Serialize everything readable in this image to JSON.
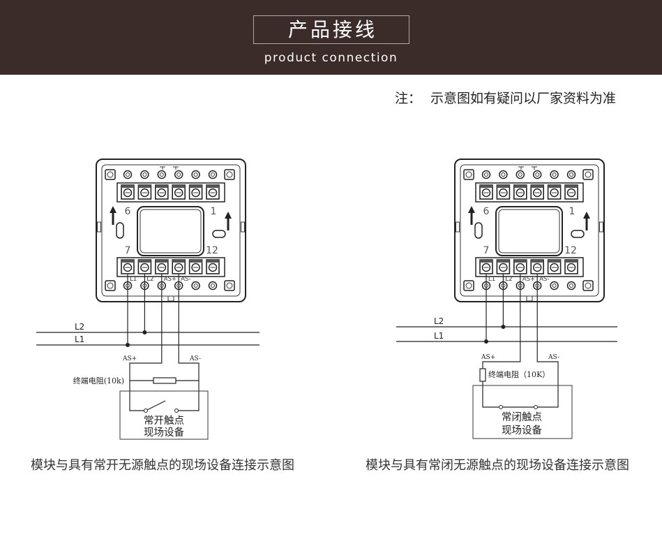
{
  "theme": {
    "header_background": "#3b2c2a",
    "header_text": "#ffffff",
    "line_color": "#222222"
  },
  "header": {
    "title": "产品接线",
    "subtitle": "product connection"
  },
  "note": {
    "label": "注：",
    "text": "示意图如有疑问以厂家资料为准"
  },
  "diagrams": [
    {
      "module": {
        "top_left_number": "6",
        "top_right_number": "1",
        "bottom_left_number": "7",
        "bottom_right_number": "12",
        "terminal_labels": [
          "L1",
          "L2",
          "AS+",
          "AS-"
        ]
      },
      "bus_labels": {
        "l2": "L2",
        "l1": "L1"
      },
      "signal_labels": {
        "as_plus": "AS+",
        "as_minus": "AS-"
      },
      "resistor_label": "终端电阻(10k)",
      "device": {
        "contact_label": "常开触点",
        "device_label": "现场设备"
      },
      "caption": "模块与具有常开无源触点的现场设备连接示意图"
    },
    {
      "module": {
        "top_left_number": "6",
        "top_right_number": "1",
        "bottom_left_number": "7",
        "bottom_right_number": "12",
        "terminal_labels": [
          "L1",
          "L2",
          "AS+",
          "AS-"
        ]
      },
      "bus_labels": {
        "l2": "L2",
        "l1": "L1"
      },
      "signal_labels": {
        "as_plus": "AS+",
        "as_minus": "AS-"
      },
      "resistor_label": "终端电阻（10K）",
      "device": {
        "contact_label": "常闭触点",
        "device_label": "现场设备"
      },
      "caption": "模块与具有常闭无源触点的现场设备连接示意图"
    }
  ]
}
